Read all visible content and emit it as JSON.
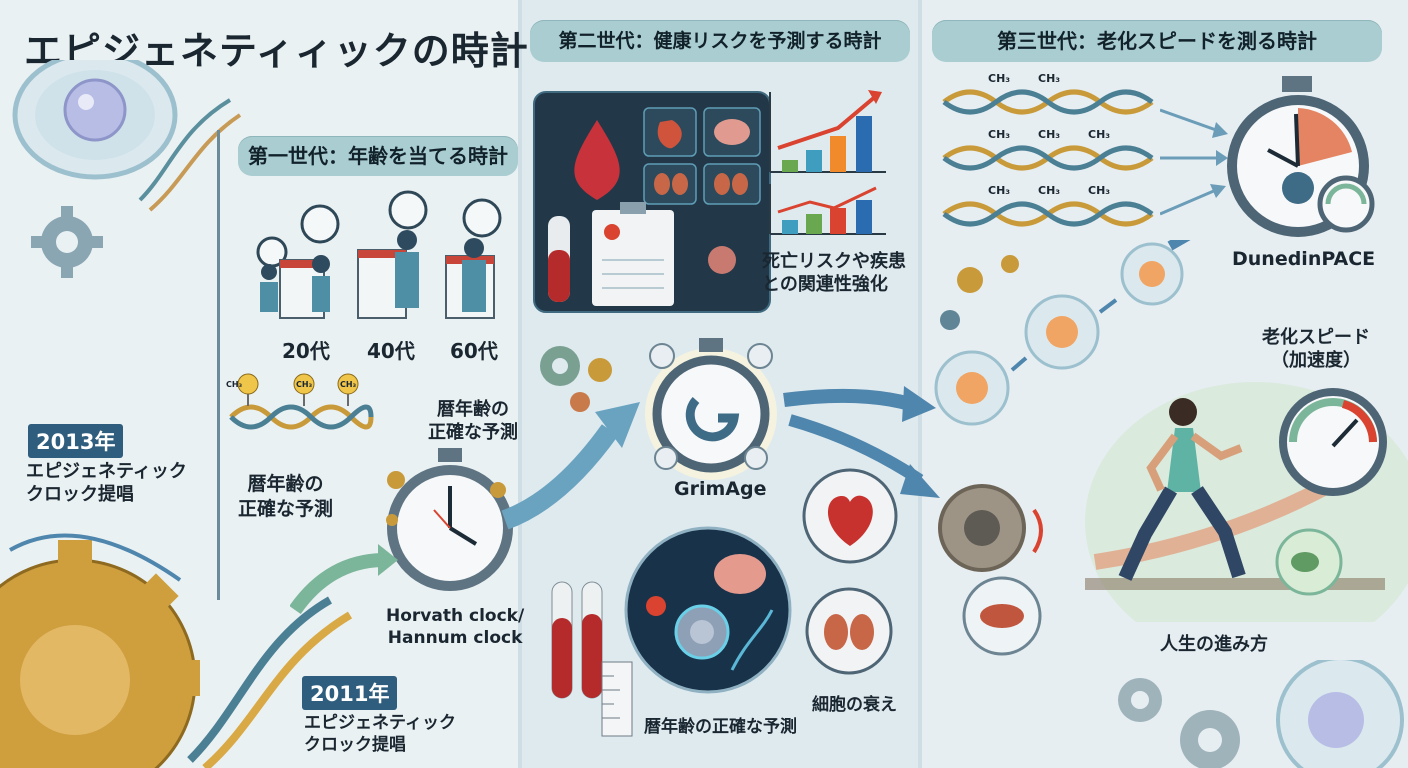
{
  "title": "エピジェネティィックの時計",
  "gen1": {
    "title": "第一世代：年齢を当てる時計",
    "ages": [
      "20代",
      "40代",
      "60代"
    ],
    "methyl_label": "暦年齢の\n正確な予測",
    "stopwatch_note": "暦年齢の\n正確な予測",
    "clock_name": "Horvath clock/\nHannum clock",
    "ch3_labels": [
      "CH₃",
      "CH₃",
      "CH₃"
    ]
  },
  "timeline": {
    "year_2013": "2013年",
    "text_2013": "エピジェネティック\nクロック提唱",
    "year_2011": "2011年",
    "text_2011": "エピジェネティック\nクロック提唱"
  },
  "gen2": {
    "title": "第二世代：健康リスクを予測する時計",
    "risk_label": "死亡リスクや疾患\nとの関連性強化",
    "clock_name": "GrimAge",
    "cell_label": "細胞の衰え",
    "age_label": "暦年齢の正確な予測"
  },
  "gen3": {
    "title": "第三世代：老化スピードを測る時計",
    "clock_name": "DunedinPACE",
    "speed_label": "老化スピード\n（加速度）",
    "life_label": "人生の進み方",
    "ch3_labels": [
      "CH₃",
      "CH₃",
      "CH₃",
      "CH₃",
      "CH₃",
      "CH₃",
      "CH₃",
      "CH₃"
    ]
  },
  "colors": {
    "pill": "#a9cdd1",
    "navy": "#2e5d7e",
    "arrow_green": "#7cb69a",
    "arrow_blue": "#4f86ad",
    "gear_gold": "#c99a3a",
    "red": "#d9432f"
  }
}
